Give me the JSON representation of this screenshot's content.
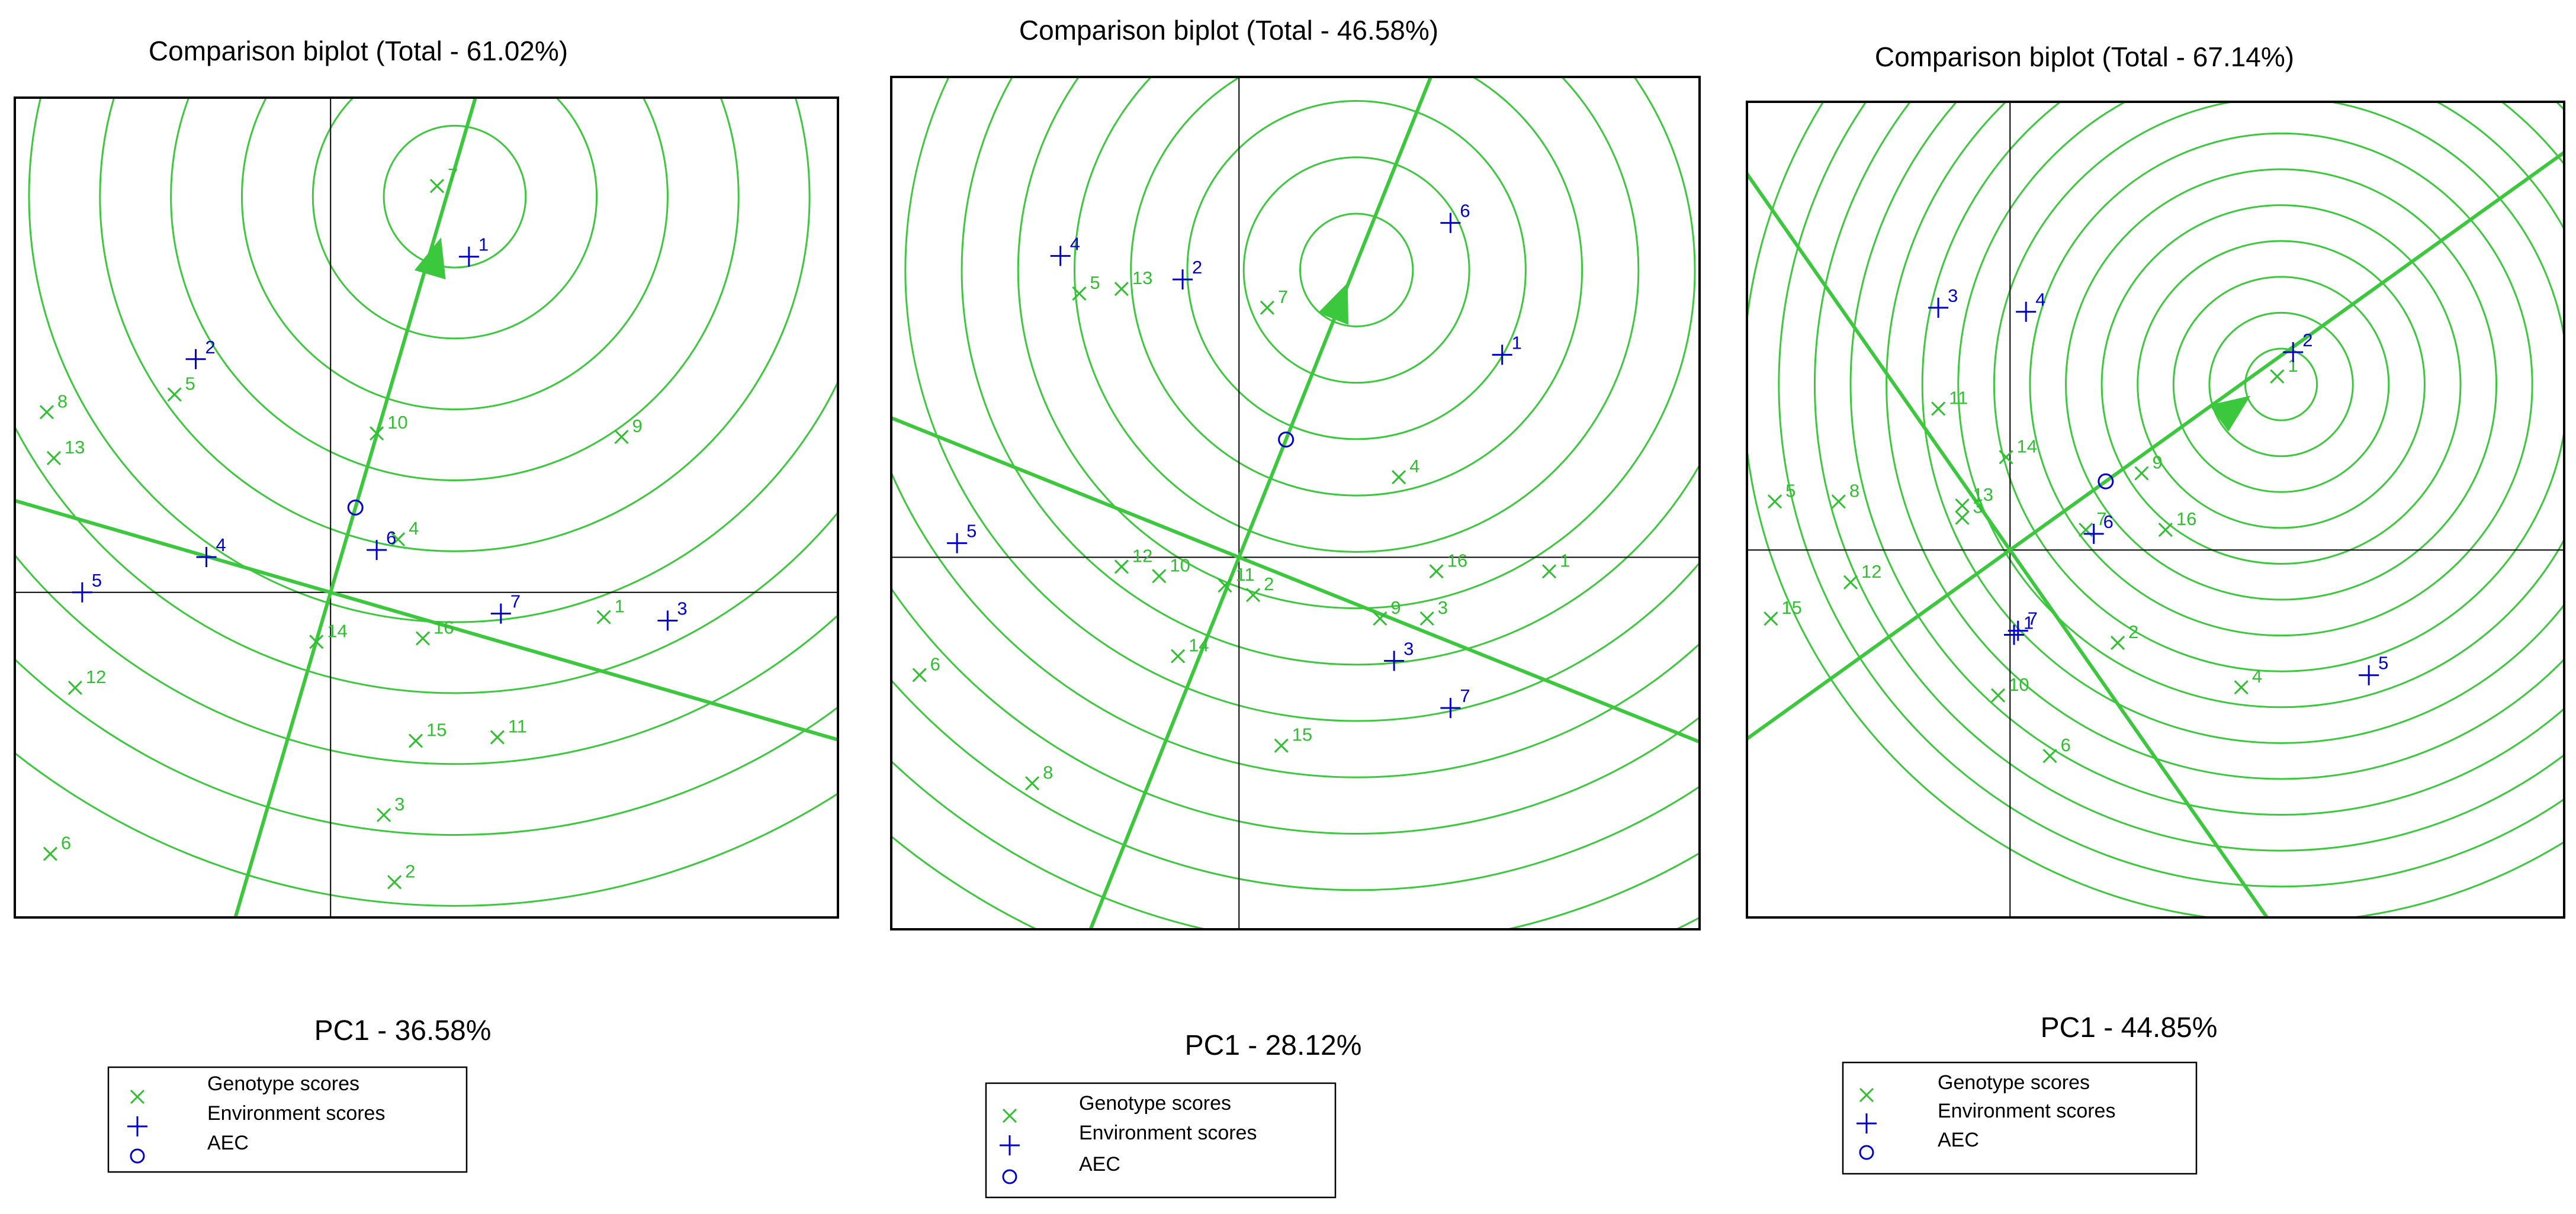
{
  "colors": {
    "genotype": "#2fc02f",
    "environment": "#0000cc",
    "circle": "#3cc83c",
    "axis": "#000000"
  },
  "legend": {
    "genotype": "Genotype scores",
    "environment": "Environment scores",
    "aec": "AEC"
  },
  "chart_data": [
    {
      "type": "scatter",
      "title": "Comparison biplot (Total - 61.02%)",
      "xlabel": "PC1 - 36.58%",
      "xlim": [
        -4.45,
        7.15
      ],
      "ylim": [
        -4.6,
        7.0
      ],
      "grid": false,
      "legend_position": "below",
      "aec_point": [
        0.35,
        1.2
      ],
      "aec_target": [
        1.75,
        5.6
      ],
      "aec_arrow_at": [
        1.55,
        5.0
      ],
      "circle_radii": [
        1.0,
        2.0,
        3.0,
        4.0,
        5.0,
        6.0,
        7.0,
        8.0,
        9.0,
        10.0
      ],
      "genotypes": [
        {
          "label": "1",
          "x": 3.85,
          "y": -0.35
        },
        {
          "label": "2",
          "x": 0.9,
          "y": -4.1
        },
        {
          "label": "3",
          "x": 0.75,
          "y": -3.15
        },
        {
          "label": "4",
          "x": 0.95,
          "y": 0.75
        },
        {
          "label": "5",
          "x": -2.2,
          "y": 2.8
        },
        {
          "label": "6",
          "x": -3.95,
          "y": -3.7
        },
        {
          "label": "7",
          "x": 1.5,
          "y": 5.75
        },
        {
          "label": "8",
          "x": -4.0,
          "y": 2.55
        },
        {
          "label": "9",
          "x": 4.1,
          "y": 2.2
        },
        {
          "label": "10",
          "x": 0.65,
          "y": 2.25
        },
        {
          "label": "11",
          "x": 2.35,
          "y": -2.05
        },
        {
          "label": "12",
          "x": -3.6,
          "y": -1.35
        },
        {
          "label": "13",
          "x": -3.9,
          "y": 1.9
        },
        {
          "label": "14",
          "x": -0.2,
          "y": -0.7
        },
        {
          "label": "15",
          "x": 1.2,
          "y": -2.1
        },
        {
          "label": "16",
          "x": 1.3,
          "y": -0.65
        }
      ],
      "environments": [
        {
          "label": "1",
          "x": 1.95,
          "y": 4.75
        },
        {
          "label": "2",
          "x": -1.9,
          "y": 3.3
        },
        {
          "label": "3",
          "x": 4.75,
          "y": -0.4
        },
        {
          "label": "4",
          "x": -1.75,
          "y": 0.5
        },
        {
          "label": "5",
          "x": -3.5,
          "y": 0.0
        },
        {
          "label": "6",
          "x": 0.65,
          "y": 0.6
        },
        {
          "label": "7",
          "x": 2.4,
          "y": -0.3
        }
      ]
    },
    {
      "type": "scatter",
      "title": "Comparison biplot (Total - 46.58%)",
      "xlabel": "PC1 - 28.12%",
      "xlim": [
        -3.7,
        4.9
      ],
      "ylim": [
        -3.95,
        5.1
      ],
      "grid": false,
      "legend_position": "below",
      "aec_point": [
        0.5,
        1.25
      ],
      "aec_target": [
        1.25,
        3.05
      ],
      "aec_arrow_at": [
        1.15,
        2.9
      ],
      "circle_radii": [
        0.6,
        1.2,
        1.8,
        2.4,
        3.0,
        3.6,
        4.2,
        4.8,
        5.4,
        6.0,
        6.6,
        7.2,
        7.8
      ],
      "genotypes": [
        {
          "label": "1",
          "x": 3.3,
          "y": -0.15
        },
        {
          "label": "2",
          "x": 0.15,
          "y": -0.4
        },
        {
          "label": "3",
          "x": 2.0,
          "y": -0.65
        },
        {
          "label": "4",
          "x": 1.7,
          "y": 0.85
        },
        {
          "label": "5",
          "x": -1.7,
          "y": 2.8
        },
        {
          "label": "6",
          "x": -3.4,
          "y": -1.25
        },
        {
          "label": "7",
          "x": 0.3,
          "y": 2.65
        },
        {
          "label": "8",
          "x": -2.2,
          "y": -2.4
        },
        {
          "label": "9",
          "x": 1.5,
          "y": -0.65
        },
        {
          "label": "10",
          "x": -0.85,
          "y": -0.2
        },
        {
          "label": "11",
          "x": -0.15,
          "y": -0.3
        },
        {
          "label": "12",
          "x": -1.25,
          "y": -0.1
        },
        {
          "label": "13",
          "x": -1.25,
          "y": 2.85
        },
        {
          "label": "14",
          "x": -0.65,
          "y": -1.05
        },
        {
          "label": "15",
          "x": 0.45,
          "y": -2.0
        },
        {
          "label": "16",
          "x": 2.1,
          "y": -0.15
        }
      ],
      "environments": [
        {
          "label": "1",
          "x": 2.8,
          "y": 2.15
        },
        {
          "label": "2",
          "x": -0.6,
          "y": 2.95
        },
        {
          "label": "3",
          "x": 1.65,
          "y": -1.1
        },
        {
          "label": "4",
          "x": -1.9,
          "y": 3.2
        },
        {
          "label": "5",
          "x": -3.0,
          "y": 0.15
        },
        {
          "label": "6",
          "x": 2.25,
          "y": 3.55
        },
        {
          "label": "7",
          "x": 2.25,
          "y": -1.6
        }
      ]
    },
    {
      "type": "scatter",
      "title": "Comparison biplot (Total - 67.14%)",
      "xlabel": "PC1 - 44.85%",
      "xlim": [
        -3.3,
        6.95
      ],
      "ylim": [
        -4.55,
        5.55
      ],
      "grid": false,
      "legend_position": "below",
      "aec_point": [
        1.2,
        0.85
      ],
      "aec_target": [
        3.4,
        2.05
      ],
      "aec_arrow_at": [
        3.0,
        1.9
      ],
      "circle_radii": [
        0.45,
        0.9,
        1.35,
        1.8,
        2.25,
        2.7,
        3.15,
        3.6,
        4.05,
        4.5,
        4.95,
        5.4,
        5.85,
        6.3,
        6.75
      ],
      "genotypes": [
        {
          "label": "1",
          "x": 3.35,
          "y": 2.15
        },
        {
          "label": "2",
          "x": 1.35,
          "y": -1.15
        },
        {
          "label": "3",
          "x": -0.6,
          "y": 0.4
        },
        {
          "label": "4",
          "x": 2.9,
          "y": -1.7
        },
        {
          "label": "5",
          "x": -2.95,
          "y": 0.6
        },
        {
          "label": "6",
          "x": 0.5,
          "y": -2.55
        },
        {
          "label": "7",
          "x": 0.95,
          "y": 0.25
        },
        {
          "label": "8",
          "x": -2.15,
          "y": 0.6
        },
        {
          "label": "9",
          "x": 1.65,
          "y": 0.95
        },
        {
          "label": "10",
          "x": -0.15,
          "y": -1.8
        },
        {
          "label": "11",
          "x": -0.9,
          "y": 1.75
        },
        {
          "label": "12",
          "x": -2.0,
          "y": -0.4
        },
        {
          "label": "13",
          "x": -0.6,
          "y": 0.55
        },
        {
          "label": "14",
          "x": -0.05,
          "y": 1.15
        },
        {
          "label": "15",
          "x": -3.0,
          "y": -0.85
        },
        {
          "label": "16",
          "x": 1.95,
          "y": 0.25
        }
      ],
      "environments": [
        {
          "label": "1",
          "x": 0.05,
          "y": -1.05
        },
        {
          "label": "2",
          "x": 3.55,
          "y": 2.45
        },
        {
          "label": "3",
          "x": -0.9,
          "y": 3.0
        },
        {
          "label": "4",
          "x": 0.2,
          "y": 2.95
        },
        {
          "label": "5",
          "x": 4.5,
          "y": -1.55
        },
        {
          "label": "6",
          "x": 1.05,
          "y": 0.2
        },
        {
          "label": "7",
          "x": 0.1,
          "y": -1.0
        }
      ]
    }
  ]
}
